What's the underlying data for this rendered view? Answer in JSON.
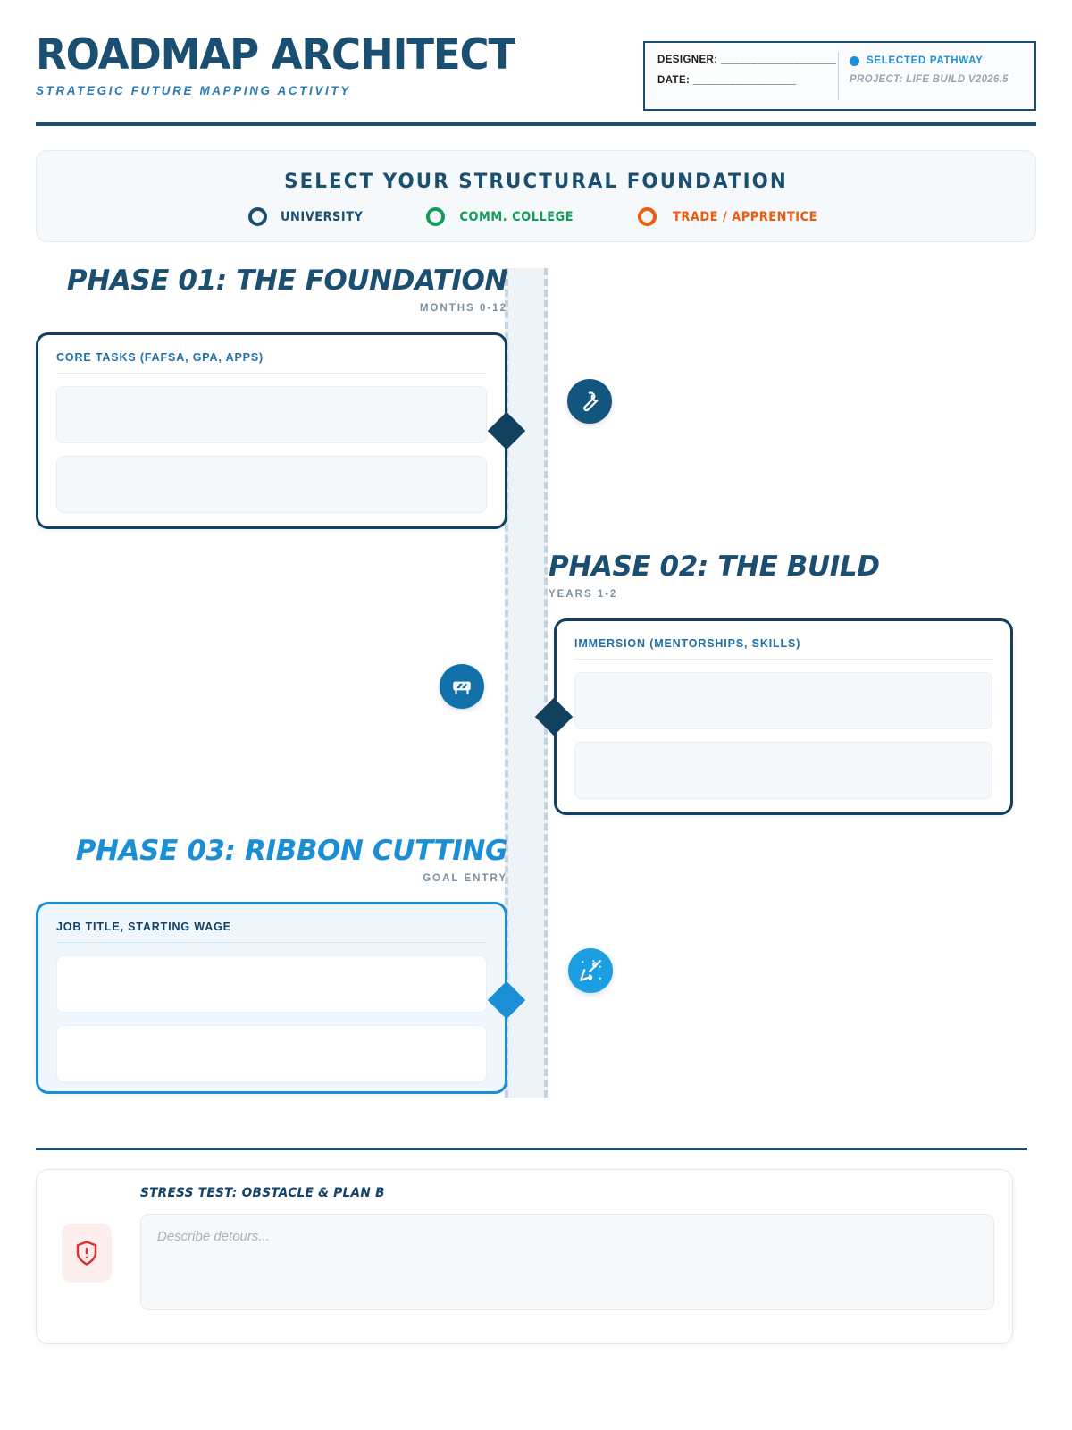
{
  "header": {
    "title": "ROADMAP ARCHITECT",
    "subtitle": "STRATEGIC FUTURE MAPPING ACTIVITY",
    "designer_label": "DESIGNER: ___________________",
    "date_label": "DATE: _________________",
    "pathway_label": "SELECTED PATHWAY",
    "project_label": "PROJECT: LIFE BUILD V2026.5",
    "accent": "#1b8fd6",
    "navy": "#1b4f72"
  },
  "foundation": {
    "title": "SELECT YOUR STRUCTURAL FOUNDATION",
    "options": [
      {
        "label": "UNIVERSITY",
        "color": "#1b4f72"
      },
      {
        "label": "COMM. COLLEGE",
        "color": "#0f9d58"
      },
      {
        "label": "TRADE / APPRENTICE",
        "color": "#f05a0a"
      }
    ]
  },
  "phases": [
    {
      "title": "PHASE 01: THE FOUNDATION",
      "timeframe": "MONTHS 0-12",
      "card_label": "CORE TASKS (FAFSA, GPA, APPS)",
      "slots": 2,
      "icon": "wrench-icon",
      "color": "#12405f"
    },
    {
      "title": "PHASE 02: THE BUILD",
      "timeframe": "YEARS 1-2",
      "card_label": "IMMERSION (MENTORSHIPS, SKILLS)",
      "slots": 2,
      "icon": "barricade-icon",
      "color": "#12405f"
    },
    {
      "title": "PHASE 03: RIBBON CUTTING",
      "timeframe": "GOAL ENTRY",
      "card_label": "JOB TITLE, STARTING WAGE",
      "slots": 2,
      "icon": "party-popper-icon",
      "color": "#1b8fd6"
    }
  ],
  "stress_test": {
    "title": "STRESS TEST: OBSTACLE & PLAN B",
    "placeholder": "Describe detours...",
    "icon": "shield-alert-icon",
    "icon_color": "#e03131"
  }
}
